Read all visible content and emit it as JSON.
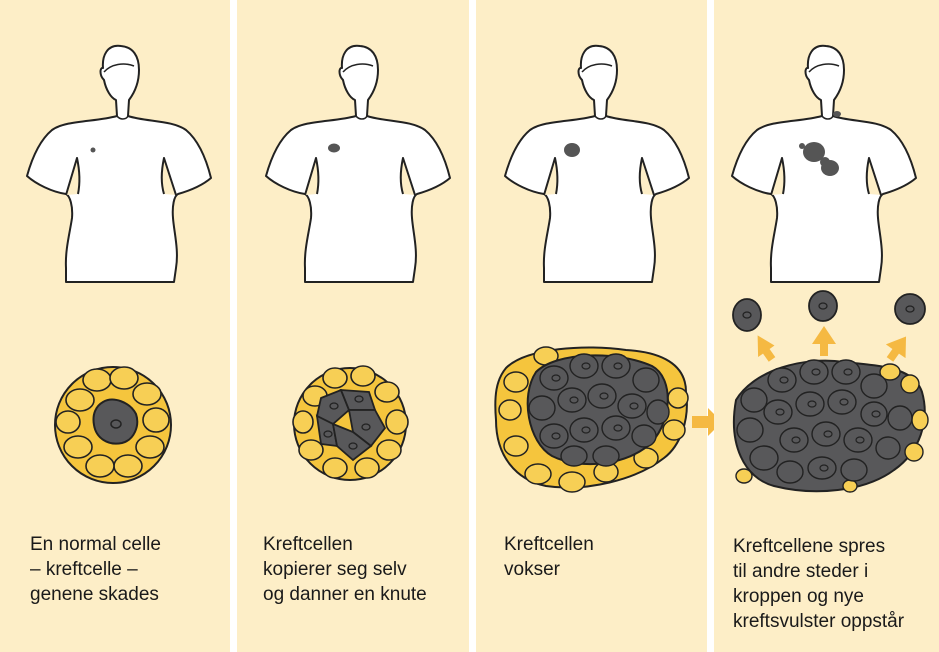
{
  "panels": [
    {
      "caption": [
        "En normal celle",
        "– kreftcelle –",
        "genene skades"
      ]
    },
    {
      "caption": [
        "Kreftcellen",
        "kopierer seg selv",
        "og danner en knute"
      ]
    },
    {
      "caption": [
        "Kreftcellen",
        "vokser"
      ]
    },
    {
      "caption": [
        "Kreftcellene spres",
        "til andre steder i",
        "kroppen og nye",
        "kreftsvulster oppstår"
      ]
    }
  ],
  "colors": {
    "panel_bg": "#fdeec7",
    "healthy_cell": "#f5c53d",
    "cancer_cell": "#58585a",
    "arrow": "#f5b942"
  }
}
